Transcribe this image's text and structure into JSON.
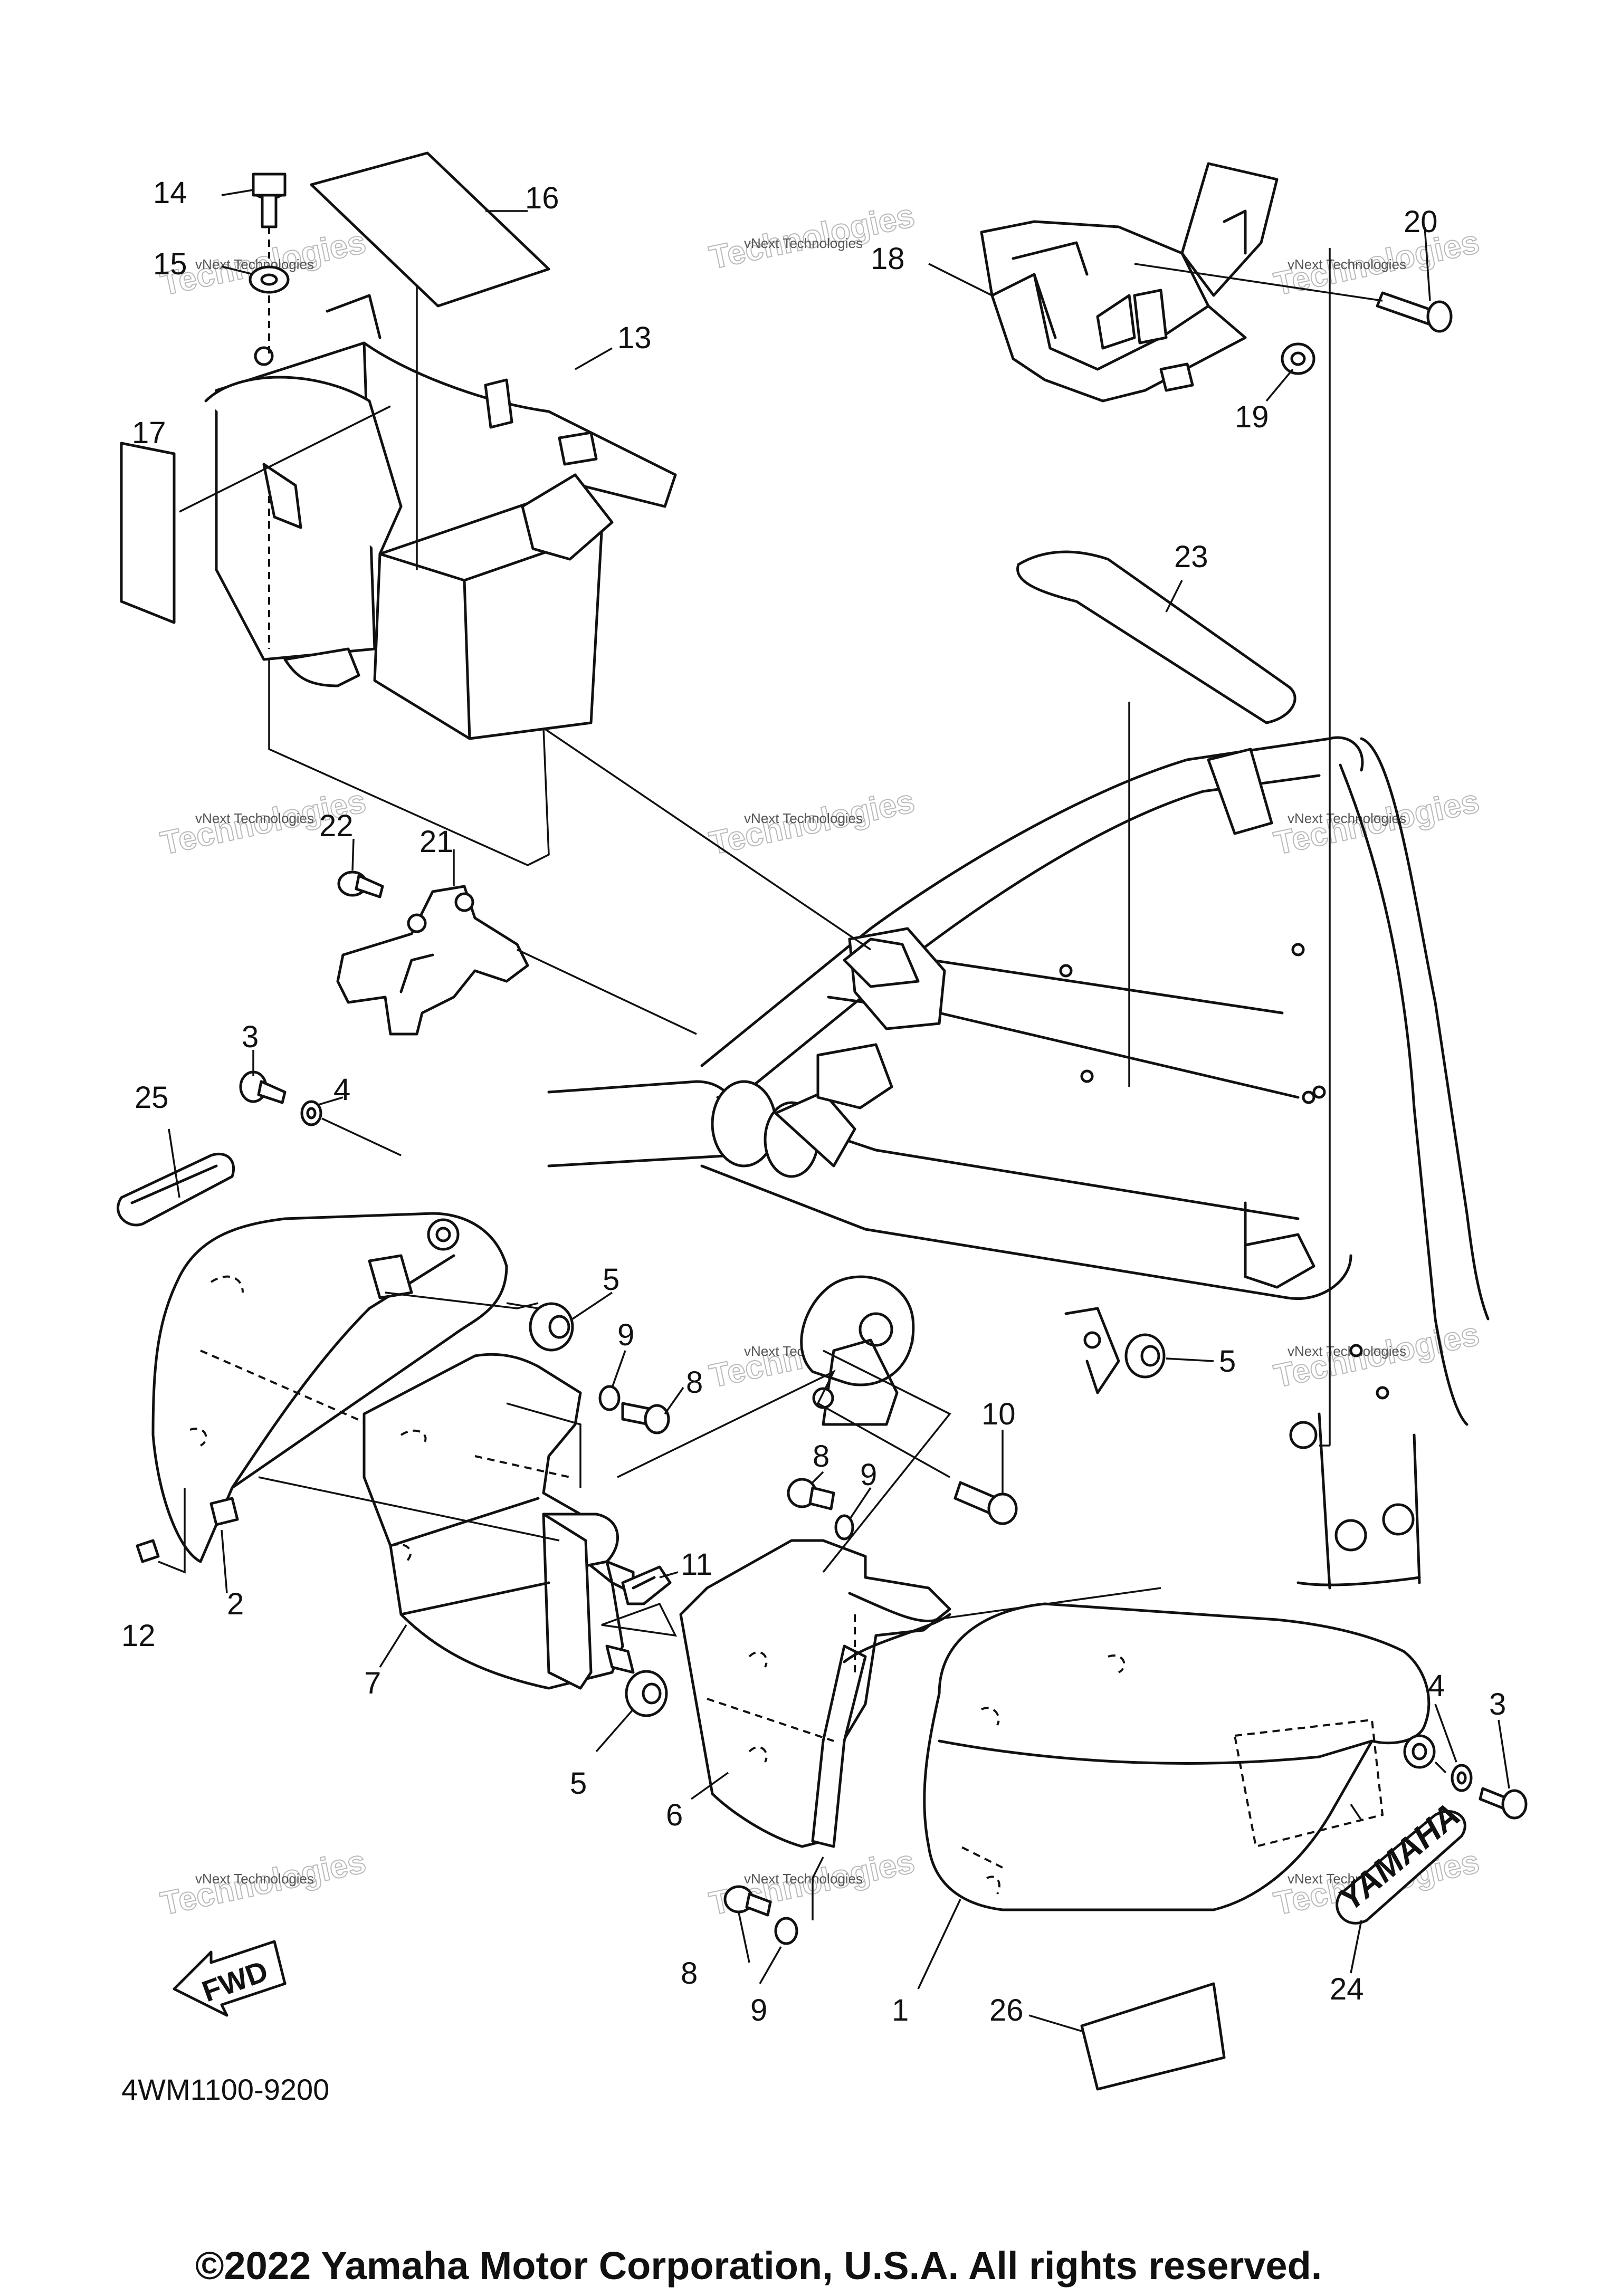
{
  "diagram": {
    "callouts": [
      "1",
      "2",
      "3",
      "3",
      "4",
      "4",
      "5",
      "5",
      "5",
      "6",
      "7",
      "8",
      "8",
      "8",
      "9",
      "9",
      "9",
      "10",
      "11",
      "12",
      "13",
      "14",
      "15",
      "16",
      "17",
      "18",
      "19",
      "20",
      "21",
      "22",
      "23",
      "24",
      "25",
      "26"
    ],
    "part_code": "4WM1100-9200",
    "copyright": "©2022 Yamaha Motor Corporation, U.S.A. All rights reserved.",
    "fwd_label": "FWD",
    "brand_label": "YAMAHA",
    "watermark_small": "vNext Technologies",
    "watermark_large": "Technologies",
    "line_color": "#111111",
    "watermark_color": "#b9b9b9"
  }
}
